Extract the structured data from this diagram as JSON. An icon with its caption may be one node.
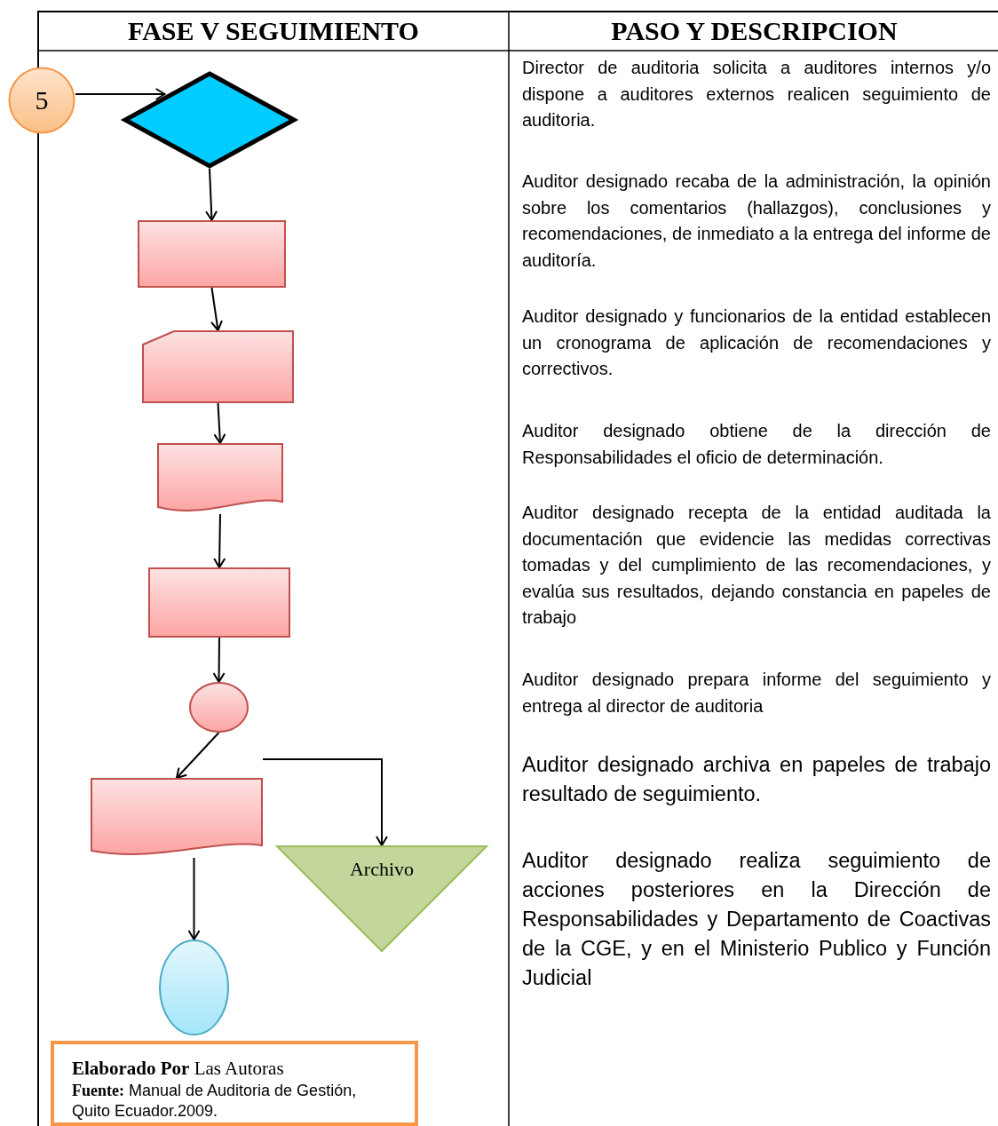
{
  "diagram": {
    "nodes": [
      {
        "text": [
          "5"
        ]
      },
      {
        "text": [],
        "shape": "diamond"
      },
      {
        "text": [],
        "shape": "box"
      },
      {
        "text": [],
        "shape": "card"
      },
      {
        "text": [],
        "shape": "document"
      },
      {
        "text": [],
        "shape": "box"
      },
      {
        "text": [],
        "shape": "circle"
      },
      {
        "text": [],
        "shape": "document"
      },
      {
        "text": [
          "Archivo"
        ]
      },
      {
        "text": [],
        "shape": "ellipse"
      },
      {
        "text": [
          "**Elaborado Por** Las Autoras",
          "**Fuente:** Manual de Auditoria de Gestión, Quito  Ecuador.2009."
        ]
      }
    ],
    "edges": [
      {
        "from": 0,
        "to": 1,
        "arrow": "to"
      },
      {
        "from": 1,
        "to": 2,
        "arrow": "to"
      },
      {
        "from": 2,
        "to": 3,
        "arrow": "to"
      },
      {
        "from": 3,
        "to": 4,
        "arrow": "to"
      },
      {
        "from": 4,
        "to": 5,
        "arrow": "to"
      },
      {
        "from": 5,
        "to": 6,
        "arrow": "to"
      },
      {
        "from": 6,
        "to": 7,
        "arrow": "to"
      },
      {
        "from": 7,
        "to": 8,
        "arrow": "to"
      },
      {
        "from": 7,
        "to": 9,
        "arrow": "to"
      }
    ],
    "labels": [
      "FASE V SEGUIMIENTO",
      "PASO Y DESCRIPCION",
      "Director de auditoria solicita a auditores internos y/o dispone a auditores externos realicen seguimiento de auditoria.",
      "Auditor designado recaba de la administración, la opinión sobre los comentarios (hallazgos), conclusiones y recomendaciones, de inmediato a la entrega del informe de auditoría.",
      "Auditor designado y funcionarios de la entidad establecen un cronograma de aplicación de recomendaciones y correctivos.",
      "Auditor designado obtiene de la dirección de Responsabilidades el oficio de determinación.",
      "Auditor designado recepta de la entidad auditada la documentación que evidencie las medidas correctivas tomadas y del cumplimiento de las recomendaciones, y evalúa sus resultados, dejando constancia en papeles de trabajo",
      "Auditor designado prepara informe del seguimiento y entrega al director de auditoria",
      "Auditor designado archiva en papeles de trabajo resultado de seguimiento.",
      "Auditor designado realiza seguimiento de acciones posteriores en la Dirección de Responsabilidades y Departamento de Coactivas de la CGE, y en el Ministerio Publico y Función Judicial"
    ]
  }
}
